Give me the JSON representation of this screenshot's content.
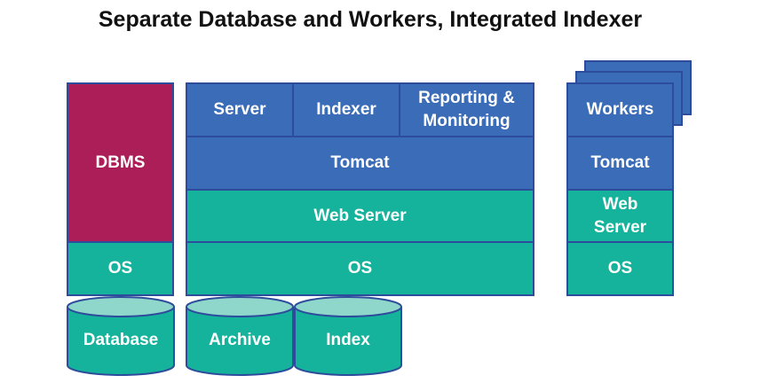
{
  "title": "Separate Database and Workers, Integrated Indexer",
  "colors": {
    "blue": "#3a6cb7",
    "teal": "#16b39c",
    "dbms": "#ab1e58",
    "border": "#2d4d9c",
    "cylinder_top": "#8fd6cb"
  },
  "database_stack": {
    "dbms": "DBMS",
    "os": "OS",
    "storage": "Database"
  },
  "app_stack": {
    "server": "Server",
    "indexer": "Indexer",
    "reporting": "Reporting & Monitoring",
    "tomcat": "Tomcat",
    "web_server": "Web Server",
    "os": "OS",
    "archive": "Archive",
    "index": "Index"
  },
  "workers_stack": {
    "workers": "Workers",
    "tomcat": "Tomcat",
    "web_server": "Web Server",
    "os": "OS"
  }
}
